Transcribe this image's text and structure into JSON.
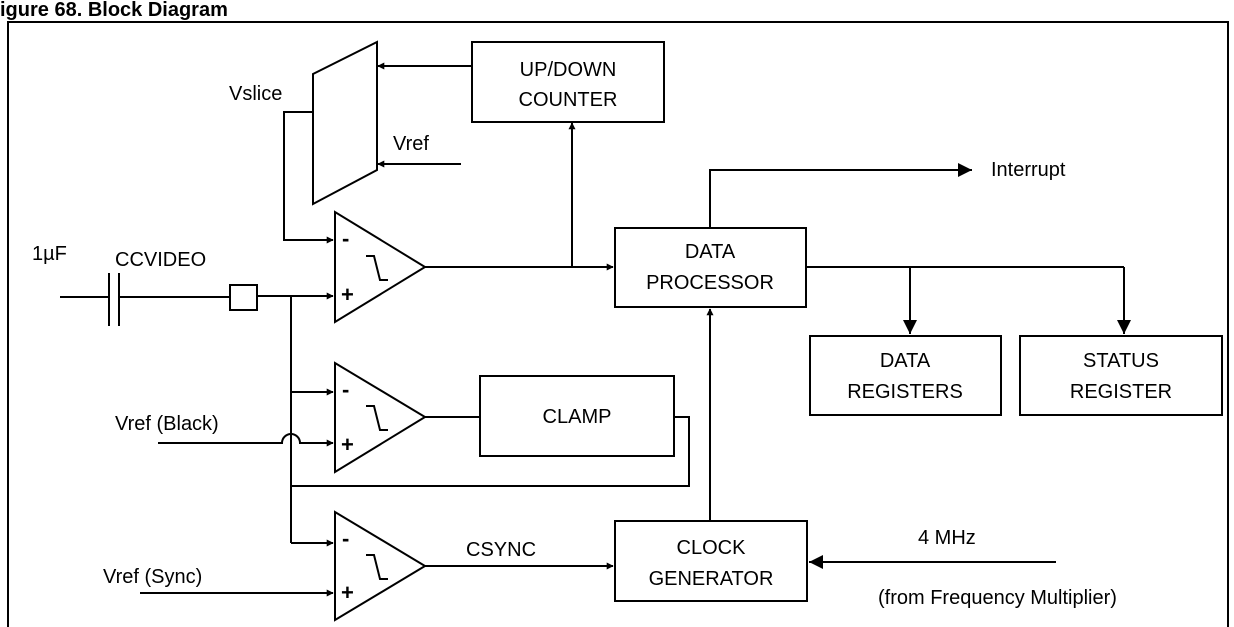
{
  "figure": {
    "caption": "igure 68. Block Diagram"
  },
  "blocks": {
    "updown_counter": [
      "UP/DOWN",
      "COUNTER"
    ],
    "data_processor": [
      "DATA",
      "PROCESSOR"
    ],
    "data_registers": [
      "DATA",
      "REGISTERS"
    ],
    "status_register": [
      "STATUS",
      "REGISTER"
    ],
    "clamp": "CLAMP",
    "clock_generator": [
      "CLOCK",
      "GENERATOR"
    ]
  },
  "signals": {
    "vslice": "Vslice",
    "vref": "Vref",
    "interrupt": "Interrupt",
    "capacitor": "1µF",
    "ccvideo": "CCVIDEO",
    "vref_black": "Vref (Black)",
    "csync": "CSYNC",
    "vref_sync": "Vref (Sync)",
    "clock_freq": "4 MHz",
    "clock_source": "(from Frequency Multiplier)"
  },
  "comparator": {
    "minus": "-",
    "plus": "+"
  }
}
